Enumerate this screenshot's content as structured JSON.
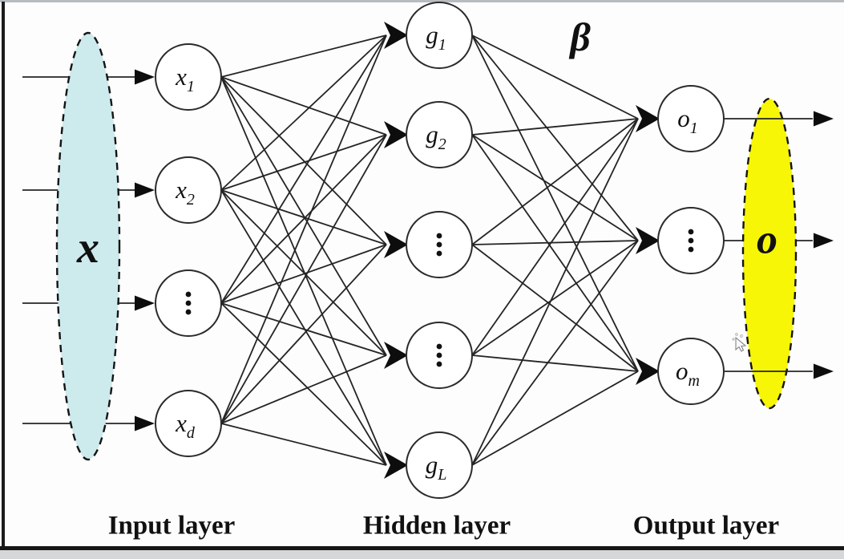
{
  "diagram": {
    "beta_label": "β",
    "input_vector_label": "x",
    "output_vector_label": "o",
    "layer_captions": {
      "input": "Input layer",
      "hidden": "Hidden layer",
      "output": "Output layer"
    },
    "input_nodes": [
      {
        "base": "x",
        "sub": "1"
      },
      {
        "base": "x",
        "sub": "2"
      },
      {
        "dots": true
      },
      {
        "base": "x",
        "sub": "d"
      }
    ],
    "hidden_nodes": [
      {
        "base": "g",
        "sub": "1"
      },
      {
        "base": "g",
        "sub": "2"
      },
      {
        "dots": true
      },
      {
        "dots": true
      },
      {
        "base": "g",
        "sub": "L"
      }
    ],
    "output_nodes": [
      {
        "base": "o",
        "sub": "1"
      },
      {
        "dots": true
      },
      {
        "base": "o",
        "sub": "m"
      }
    ],
    "colors": {
      "input_ellipse_fill": "#cdeaed",
      "output_ellipse_fill": "#f7f607",
      "line": "#242424",
      "node_fill": "#ffffff",
      "node_stroke": "#2b2b2b",
      "arrow_fill": "#0d0d0d"
    }
  }
}
